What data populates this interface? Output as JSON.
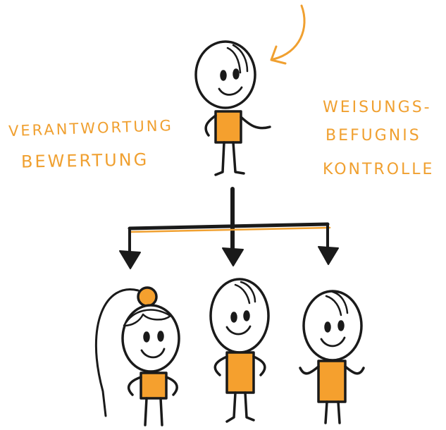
{
  "labels": {
    "left": [
      "VERANTWORTUNG",
      "BEWERTUNG"
    ],
    "right": [
      "WEISUNGS-",
      "BEFUGNIS",
      "KONTROLLE"
    ]
  },
  "colors": {
    "accent": "#f0a030",
    "ink": "#1a1a1a",
    "background": "#ffffff"
  },
  "hierarchy": {
    "manager": "stick-figure-manager",
    "team": [
      "stick-figure-woman",
      "stick-figure-man-center",
      "stick-figure-man-right"
    ]
  }
}
